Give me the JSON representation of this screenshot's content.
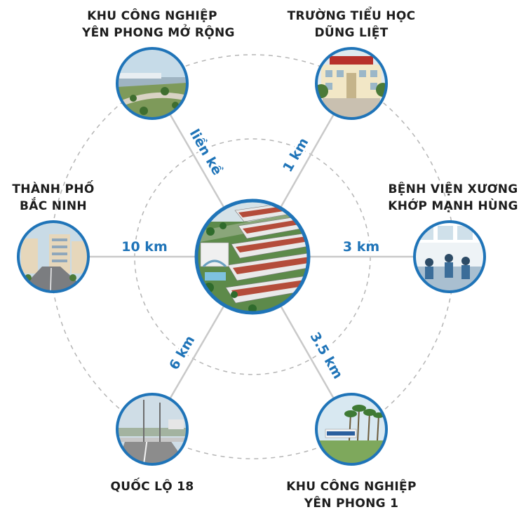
{
  "center": {
    "icon": "housing-project-aerial-image"
  },
  "nodes": [
    {
      "id": "kcn-yen-phong-mo-rong",
      "label_lines": [
        "KHU CÔNG NGHIỆP",
        "YÊN PHONG MỞ RỘNG"
      ],
      "distance": "liền kề",
      "icon": "industrial-park-image"
    },
    {
      "id": "truong-tieu-hoc-dung-liet",
      "label_lines": [
        "TRƯỜNG TIỂU HỌC",
        "DŨNG LIỆT"
      ],
      "distance": "1 km",
      "icon": "school-building-image"
    },
    {
      "id": "benh-vien-xuong-khop",
      "label_lines": [
        "BỆNH VIỆN XƯƠNG",
        "KHỚP MẠNH HÙNG"
      ],
      "distance": "3 km",
      "icon": "hospital-interior-image"
    },
    {
      "id": "kcn-yen-phong-1",
      "label_lines": [
        "KHU CÔNG NGHIỆP",
        "YÊN PHONG 1"
      ],
      "distance": "3.5 km",
      "icon": "industrial-gate-image"
    },
    {
      "id": "quoc-lo-18",
      "label_lines": [
        "QUỐC LỘ 18"
      ],
      "distance": "6 km",
      "icon": "highway-image"
    },
    {
      "id": "thanh-pho-bac-ninh",
      "label_lines": [
        "THÀNH PHỐ",
        "BẮC NINH"
      ],
      "distance": "10 km",
      "icon": "city-street-image"
    }
  ],
  "colors": {
    "ring": "#1f74b8",
    "distance_text": "#1f74b8",
    "connector": "#c9c9c9",
    "dashed_orbit": "#b5b5b5",
    "label": "#1d1d1d"
  }
}
